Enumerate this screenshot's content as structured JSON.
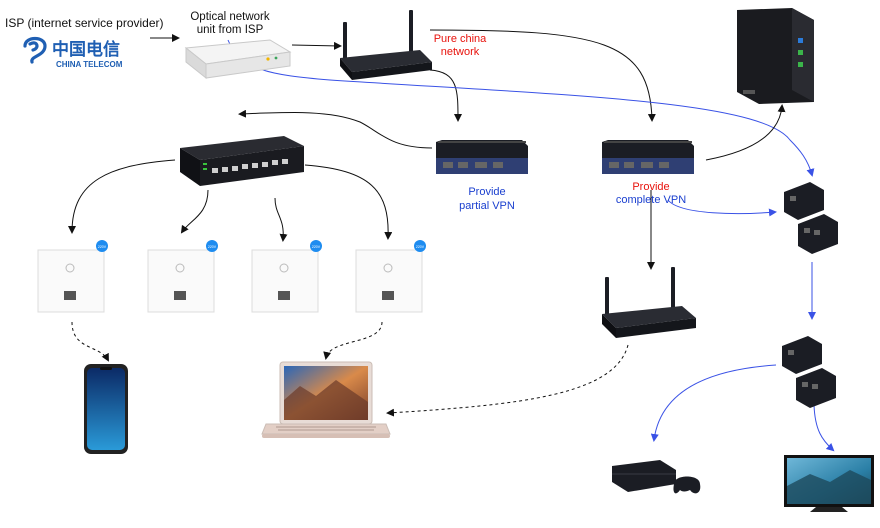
{
  "isp": {
    "label": "ISP (internet service provider)",
    "logo_cn": "中国电信",
    "logo_en": "CHINA TELECOM",
    "logo_color": "#1f5fb3"
  },
  "ont": {
    "label_line1": "Optical network",
    "label_line2": "unit from ISP"
  },
  "router_main": {
    "label_line1": "Pure china",
    "label_line2": "network"
  },
  "partial_vpn": {
    "label_line1": "Provide",
    "label_line2": "partial VPN"
  },
  "complete_vpn": {
    "label_line1": "Provide",
    "label_line2": "complete VPN"
  },
  "ap_badge": "220V",
  "colors": {
    "red_label": "#e8120c",
    "blue_label": "#1a3fcf",
    "blue_line": "#3a52e6",
    "black_line": "#111111",
    "device_dark": "#1b1d24",
    "box_blue": "#2f3f73",
    "badge_blue": "#1e8cf0"
  },
  "icons": [
    "china-telecom-logo",
    "ont-device",
    "router",
    "mini-pc",
    "nas",
    "network-switch",
    "wall-access-point",
    "powerline-adapter",
    "smartphone",
    "laptop",
    "game-console",
    "television"
  ]
}
